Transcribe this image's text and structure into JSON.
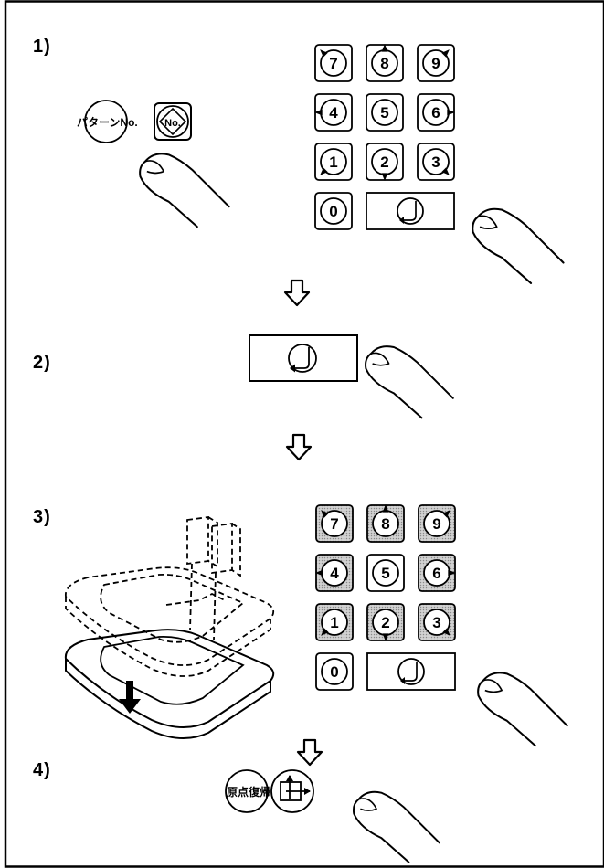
{
  "steps": [
    {
      "label": "1)"
    },
    {
      "label": "2)"
    },
    {
      "label": "3)"
    },
    {
      "label": "4)"
    }
  ],
  "pattern_no_button": {
    "label": "パターンNo.",
    "key_text": "No."
  },
  "home_button": {
    "label": "原点復帰"
  },
  "keypad": {
    "keys": [
      "7",
      "8",
      "9",
      "4",
      "5",
      "6",
      "1",
      "2",
      "3",
      "0"
    ]
  },
  "colors": {
    "line": "#000000",
    "shade": "#c4c4c4",
    "paper": "#ffffff"
  }
}
